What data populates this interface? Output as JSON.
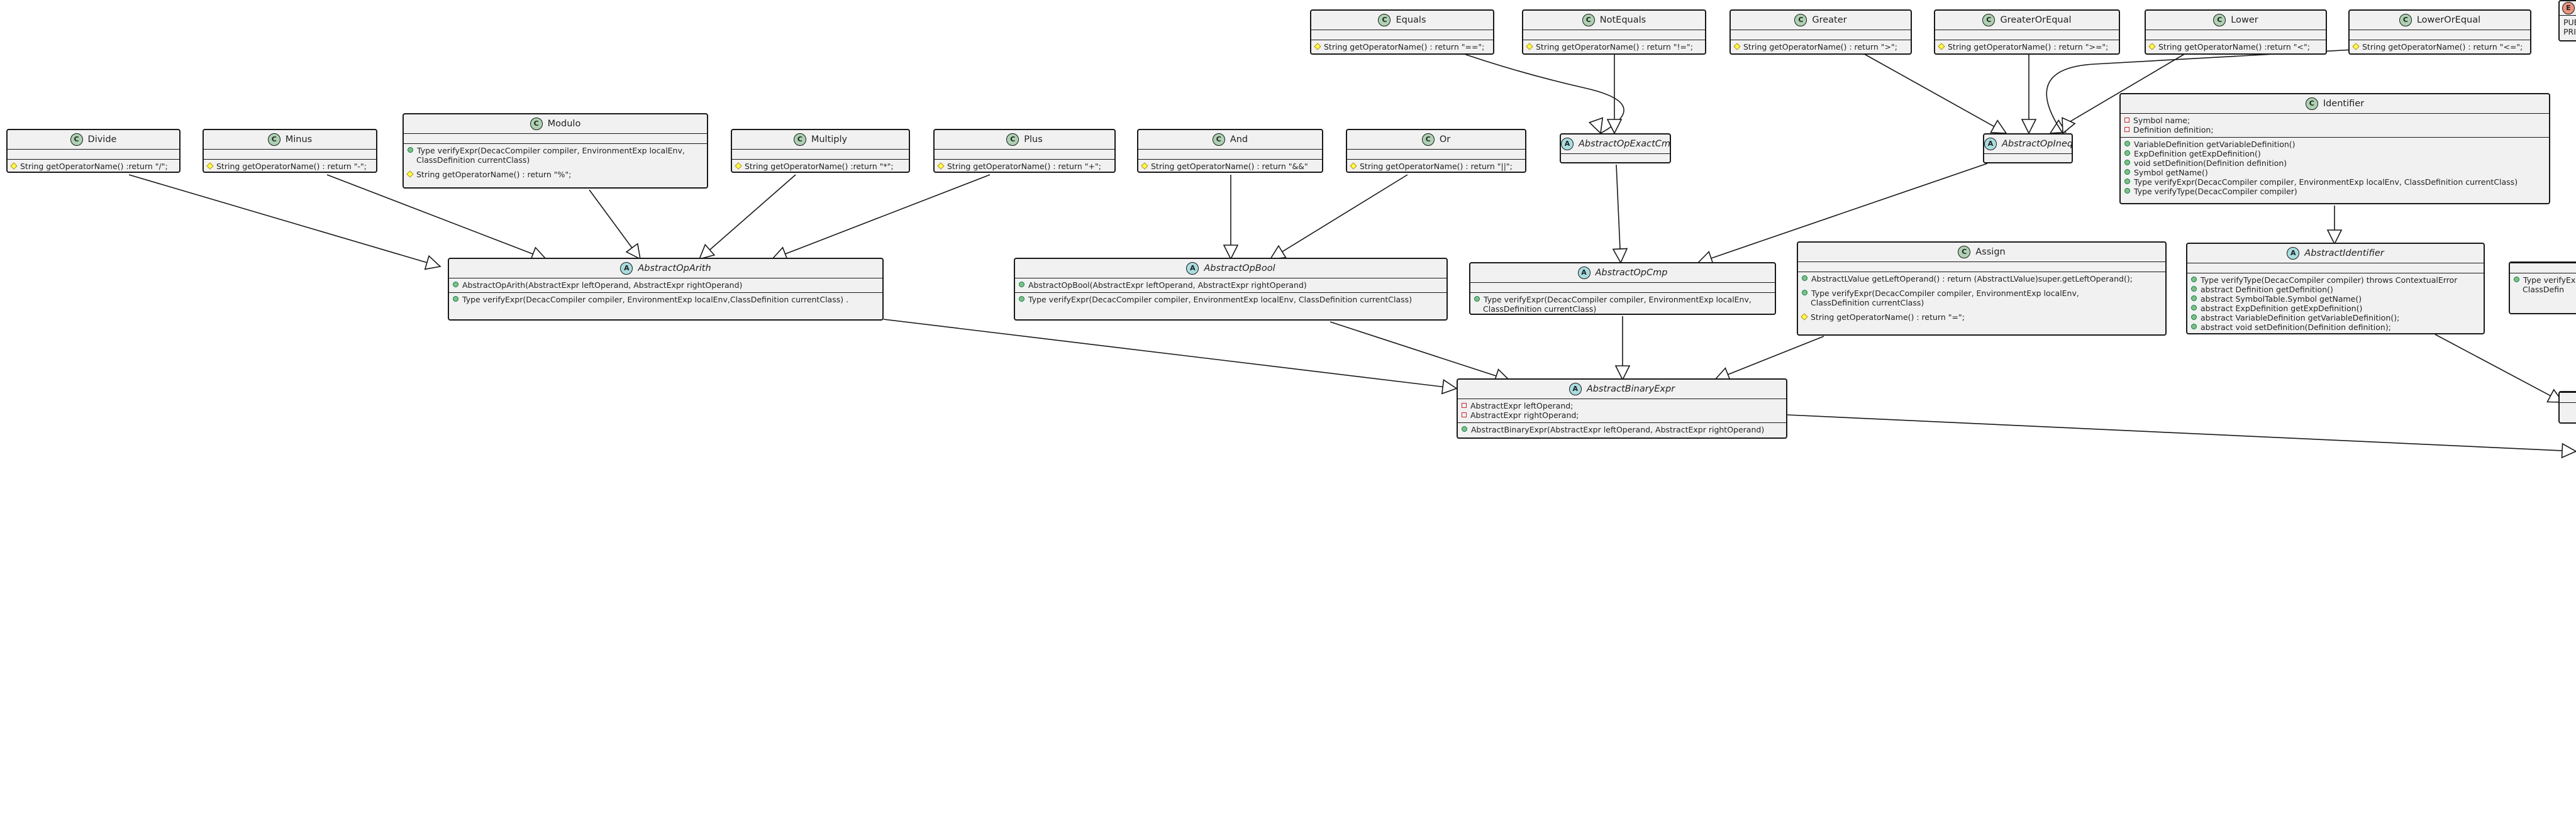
{
  "diagram": {
    "classes": [
      {
        "id": "divide",
        "kind": "class",
        "name": "Divide",
        "fields": [],
        "methods": [
          {
            "v": "#",
            "t": "String getOperatorName() :return \"/\";"
          }
        ]
      },
      {
        "id": "minus",
        "kind": "class",
        "name": "Minus",
        "fields": [],
        "methods": [
          {
            "v": "#",
            "t": "String getOperatorName() : return \"-\";"
          }
        ]
      },
      {
        "id": "modulo",
        "kind": "class",
        "name": "Modulo",
        "fields": [],
        "methods": [
          {
            "v": "+",
            "t": "Type verifyExpr(DecacCompiler compiler, EnvironmentExp localEnv,"
          },
          {
            "v": "",
            "t": "ClassDefinition currentClass)"
          },
          {
            "v": "gap",
            "t": ""
          },
          {
            "v": "#",
            "t": "String getOperatorName() : return \"%\";"
          }
        ]
      },
      {
        "id": "multiply",
        "kind": "class",
        "name": "Multiply",
        "fields": [],
        "methods": [
          {
            "v": "#",
            "t": "String getOperatorName() :return \"*\";"
          }
        ]
      },
      {
        "id": "plus",
        "kind": "class",
        "name": "Plus",
        "fields": [],
        "methods": [
          {
            "v": "#",
            "t": "String getOperatorName() : return \"+\";"
          }
        ]
      },
      {
        "id": "and",
        "kind": "class",
        "name": "And",
        "fields": [],
        "methods": [
          {
            "v": "#",
            "t": "String getOperatorName() : return \"&&\""
          }
        ]
      },
      {
        "id": "or",
        "kind": "class",
        "name": "Or",
        "fields": [],
        "methods": [
          {
            "v": "#",
            "t": "String getOperatorName() : return \"||\";"
          }
        ]
      },
      {
        "id": "equals",
        "kind": "class",
        "name": "Equals",
        "fields": [],
        "methods": [
          {
            "v": "#",
            "t": "String getOperatorName() : return \"==\";"
          }
        ]
      },
      {
        "id": "notequals",
        "kind": "class",
        "name": "NotEquals",
        "fields": [],
        "methods": [
          {
            "v": "#",
            "t": "String getOperatorName() : return \"!=\";"
          }
        ]
      },
      {
        "id": "greater",
        "kind": "class",
        "name": "Greater",
        "fields": [],
        "methods": [
          {
            "v": "#",
            "t": "String getOperatorName() : return \">\";"
          }
        ]
      },
      {
        "id": "greaterorequal",
        "kind": "class",
        "name": "GreaterOrEqual",
        "fields": [],
        "methods": [
          {
            "v": "#",
            "t": "String getOperatorName() : return \">=\";"
          }
        ]
      },
      {
        "id": "lower",
        "kind": "class",
        "name": "Lower",
        "fields": [],
        "methods": [
          {
            "v": "#",
            "t": "String getOperatorName() :return \"<\";"
          }
        ]
      },
      {
        "id": "lowerorequal",
        "kind": "class",
        "name": "LowerOrEqual",
        "fields": [],
        "methods": [
          {
            "v": "#",
            "t": "String getOperatorName() : return \"<=\";"
          }
        ]
      },
      {
        "id": "abstractopexactcmp",
        "kind": "abstract",
        "name": "AbstractOpExactCmp",
        "fields": [],
        "methods": []
      },
      {
        "id": "abstractopineq",
        "kind": "abstract",
        "name": "AbstractOpIneq",
        "fields": [],
        "methods": []
      },
      {
        "id": "identifier",
        "kind": "class",
        "name": "Identifier",
        "fields": [
          {
            "v": "-",
            "t": "Symbol name;"
          },
          {
            "v": "-",
            "t": "Definition definition;"
          }
        ],
        "methods": [
          {
            "v": "+",
            "t": "VariableDefinition getVariableDefinition()"
          },
          {
            "v": "+",
            "t": "ExpDefinition getExpDefinition()"
          },
          {
            "v": "+",
            "t": "void setDefinition(Definition definition)"
          },
          {
            "v": "+",
            "t": "Symbol getName()"
          },
          {
            "v": "+",
            "t": "Type verifyExpr(DecacCompiler compiler, EnvironmentExp localEnv, ClassDefinition currentClass)"
          },
          {
            "v": "+",
            "t": "Type verifyType(DecacCompiler compiler)"
          }
        ]
      },
      {
        "id": "abstractoparith",
        "kind": "abstract",
        "name": "AbstractOpArith",
        "fields": [
          {
            "v": "+",
            "t": "AbstractOpArith(AbstractExpr leftOperand, AbstractExpr rightOperand)"
          }
        ],
        "methods": [
          {
            "v": "+",
            "t": "Type verifyExpr(DecacCompiler compiler, EnvironmentExp localEnv,ClassDefinition currentClass) ."
          }
        ]
      },
      {
        "id": "abstractopbool",
        "kind": "abstract",
        "name": "AbstractOpBool",
        "fields": [
          {
            "v": "+",
            "t": "AbstractOpBool(AbstractExpr leftOperand, AbstractExpr rightOperand)"
          }
        ],
        "methods": [
          {
            "v": "+",
            "t": "Type verifyExpr(DecacCompiler compiler, EnvironmentExp localEnv, ClassDefinition currentClass)"
          }
        ]
      },
      {
        "id": "abstractopcmp",
        "kind": "abstract",
        "name": "AbstractOpCmp",
        "fields": [],
        "methods": [
          {
            "v": "+",
            "t": "Type verifyExpr(DecacCompiler compiler, EnvironmentExp localEnv,"
          },
          {
            "v": "",
            "t": "ClassDefinition currentClass)"
          }
        ]
      },
      {
        "id": "assign",
        "kind": "class",
        "name": "Assign",
        "fields": [],
        "methods": [
          {
            "v": "+",
            "t": "AbstractLValue getLeftOperand() : return (AbstractLValue)super.getLeftOperand();"
          },
          {
            "v": "gap",
            "t": ""
          },
          {
            "v": "+",
            "t": "Type verifyExpr(DecacCompiler compiler, EnvironmentExp localEnv,"
          },
          {
            "v": "",
            "t": "ClassDefinition currentClass)"
          },
          {
            "v": "gap",
            "t": ""
          },
          {
            "v": "#",
            "t": "String getOperatorName() : return \"=\";"
          }
        ]
      },
      {
        "id": "abstractidentifier",
        "kind": "abstract",
        "name": "AbstractIdentifier",
        "fields": [],
        "methods": [
          {
            "v": "+",
            "t": "Type verifyType(DecacCompiler compiler) throws ContextualError"
          },
          {
            "v": "+",
            "t": "abstract Definition getDefinition()"
          },
          {
            "v": "+",
            "t": "abstract SymbolTable.Symbol getName()"
          },
          {
            "v": "+",
            "t": "abstract ExpDefinition getExpDefinition()"
          },
          {
            "v": "+",
            "t": "abstract VariableDefinition getVariableDefinition();"
          },
          {
            "v": "+",
            "t": "abstract void setDefinition(Definition definition);"
          }
        ]
      },
      {
        "id": "abstractbinaryexpr",
        "kind": "abstract",
        "name": "AbstractBinaryExpr",
        "fields": [
          {
            "v": "-",
            "t": "AbstractExpr leftOperand;"
          },
          {
            "v": "-",
            "t": "AbstractExpr rightOperand;"
          }
        ],
        "methods": [
          {
            "v": "+",
            "t": "AbstractBinaryExpr(AbstractExpr leftOperand, AbstractExpr rightOperand)"
          }
        ]
      },
      {
        "id": "clipped_r1",
        "kind": "abstract",
        "name": "",
        "fields": [],
        "methods": [
          {
            "v": "+",
            "t": "Type verifyEx"
          },
          {
            "v": "",
            "t": "ClassDefin"
          }
        ]
      },
      {
        "id": "clipped_r2",
        "kind": "abstract",
        "name": "",
        "fields": [],
        "methods": []
      },
      {
        "id": "clipped_enum",
        "kind": "enum",
        "name": "",
        "fields": [
          {
            "v": "",
            "t": "PUB"
          },
          {
            "v": "",
            "t": "PRI"
          }
        ],
        "methods": []
      }
    ],
    "relations": [
      {
        "from": "divide",
        "to": "abstractoparith",
        "type": "extends"
      },
      {
        "from": "minus",
        "to": "abstractoparith",
        "type": "extends"
      },
      {
        "from": "modulo",
        "to": "abstractoparith",
        "type": "extends"
      },
      {
        "from": "multiply",
        "to": "abstractoparith",
        "type": "extends"
      },
      {
        "from": "plus",
        "to": "abstractoparith",
        "type": "extends"
      },
      {
        "from": "and",
        "to": "abstractopbool",
        "type": "extends"
      },
      {
        "from": "or",
        "to": "abstractopbool",
        "type": "extends"
      },
      {
        "from": "equals",
        "to": "abstractopexactcmp",
        "type": "extends"
      },
      {
        "from": "notequals",
        "to": "abstractopexactcmp",
        "type": "extends"
      },
      {
        "from": "greater",
        "to": "abstractopineq",
        "type": "extends"
      },
      {
        "from": "greaterorequal",
        "to": "abstractopineq",
        "type": "extends"
      },
      {
        "from": "lower",
        "to": "abstractopineq",
        "type": "extends"
      },
      {
        "from": "lowerorequal",
        "to": "abstractopineq",
        "type": "extends"
      },
      {
        "from": "abstractopexactcmp",
        "to": "abstractopcmp",
        "type": "extends"
      },
      {
        "from": "abstractopineq",
        "to": "abstractopcmp",
        "type": "extends"
      },
      {
        "from": "identifier",
        "to": "abstractidentifier",
        "type": "extends"
      },
      {
        "from": "abstractidentifier",
        "to": "clipped_r2",
        "type": "extends"
      },
      {
        "from": "abstractoparith",
        "to": "abstractbinaryexpr",
        "type": "extends"
      },
      {
        "from": "abstractopbool",
        "to": "abstractbinaryexpr",
        "type": "extends"
      },
      {
        "from": "abstractopcmp",
        "to": "abstractbinaryexpr",
        "type": "extends"
      },
      {
        "from": "assign",
        "to": "abstractbinaryexpr",
        "type": "extends"
      },
      {
        "from": "abstractbinaryexpr",
        "to": "offscreen_right",
        "type": "extends"
      }
    ]
  }
}
